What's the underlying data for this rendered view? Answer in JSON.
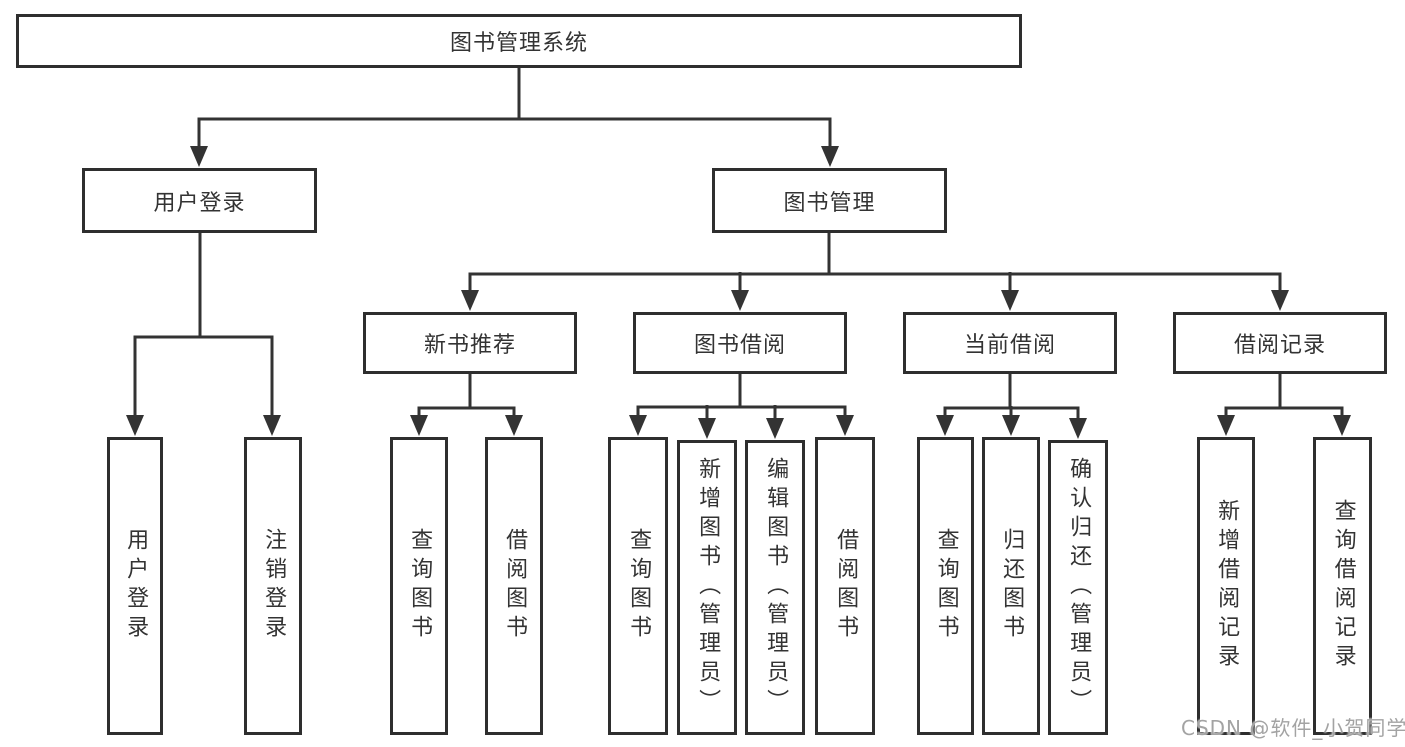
{
  "colors": {
    "background": "#ffffff",
    "line": "#333333",
    "border": "#2e2e2e",
    "text": "#333333",
    "watermark": "#a3a3a3"
  },
  "watermark": {
    "text": "CSDN @软件_小贺同学"
  },
  "tree": {
    "label": "图书管理系统",
    "children": [
      {
        "label": "用户登录",
        "children": [
          {
            "label": "用户登录"
          },
          {
            "label": "注销登录"
          }
        ]
      },
      {
        "label": "图书管理",
        "children": [
          {
            "label": "新书推荐",
            "children": [
              {
                "label": "查询图书"
              },
              {
                "label": "借阅图书"
              }
            ]
          },
          {
            "label": "图书借阅",
            "children": [
              {
                "label": "查询图书"
              },
              {
                "label": "新增图书（管理员）"
              },
              {
                "label": "编辑图书（管理员）"
              },
              {
                "label": "借阅图书"
              }
            ]
          },
          {
            "label": "当前借阅",
            "children": [
              {
                "label": "查询图书"
              },
              {
                "label": "归还图书"
              },
              {
                "label": "确认归还（管理员）"
              }
            ]
          },
          {
            "label": "借阅记录",
            "children": [
              {
                "label": "新增借阅记录"
              },
              {
                "label": "查询借阅记录"
              }
            ]
          }
        ]
      }
    ]
  }
}
